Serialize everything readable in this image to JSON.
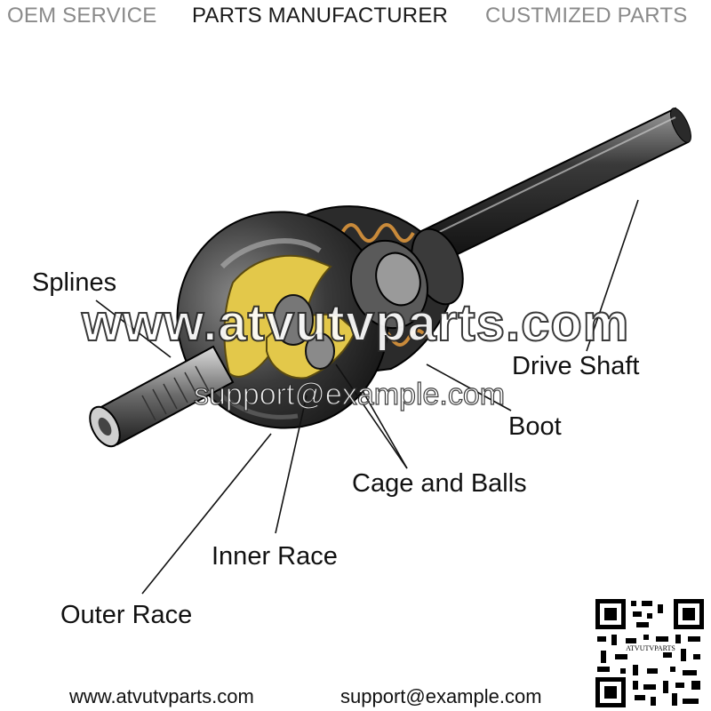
{
  "banner": {
    "item1": "OEM SERVICE",
    "item2": "PARTS MANUFACTURER",
    "item3": "CUSTMIZED PARTS"
  },
  "labels": {
    "splines": "Splines",
    "drive_shaft": "Drive Shaft",
    "boot": "Boot",
    "cage_and_balls": "Cage and Balls",
    "inner_race": "Inner Race",
    "outer_race": "Outer Race"
  },
  "watermark": {
    "site": "www.atvutvparts.com",
    "email": "support@example.com"
  },
  "footer": {
    "website": "www.atvutvparts.com",
    "email": "support@example.com"
  },
  "qr_caption": "ATVUTVPARTS",
  "colors": {
    "banner_gray": "#8a8a8a",
    "banner_dark": "#1a1a1a",
    "metal_dark": "#1c1c1c",
    "race_yellow": "#e3c84a",
    "boot_orange": "#c98a3a"
  }
}
